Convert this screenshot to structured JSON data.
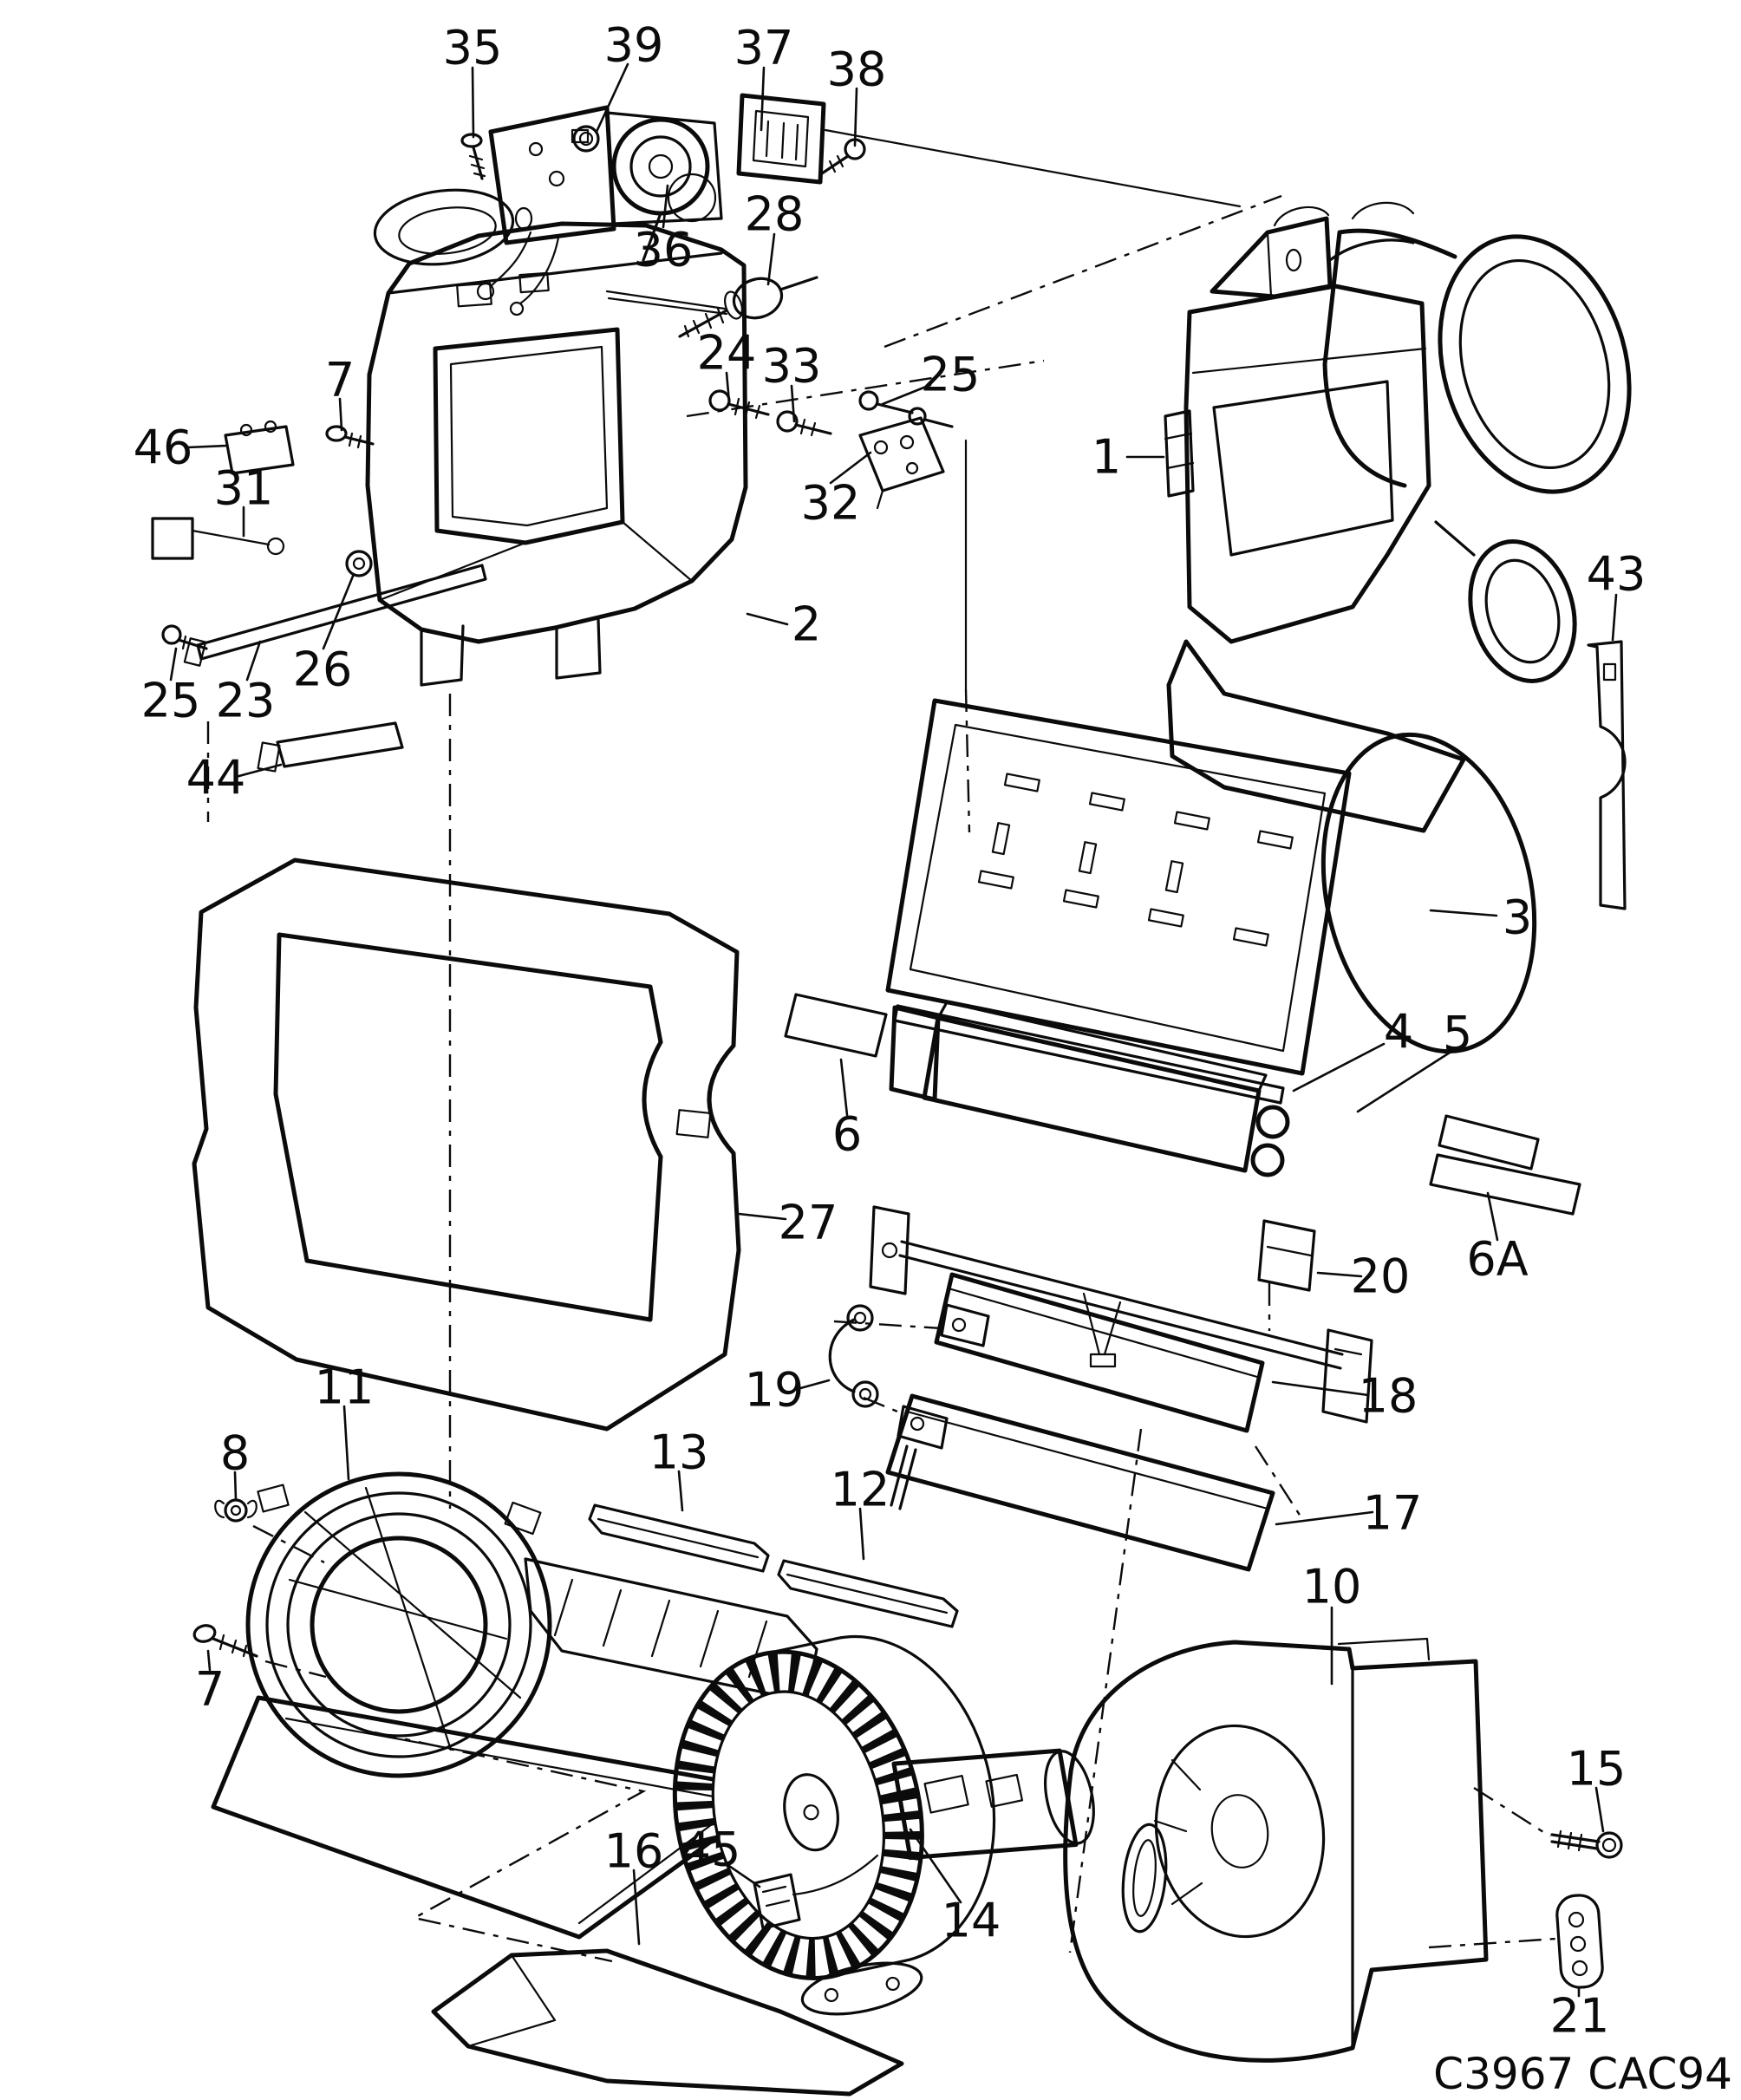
{
  "figure": {
    "code": "C3967 CAC94"
  },
  "callouts": [
    {
      "text": "35",
      "part": "screw"
    },
    {
      "text": "39",
      "part": "nut"
    },
    {
      "text": "37",
      "part": "connector"
    },
    {
      "text": "38",
      "part": "screw"
    },
    {
      "text": "36",
      "part": "actuator-motor-assembly"
    },
    {
      "text": "28",
      "part": "vacuum-actuator"
    },
    {
      "text": "24",
      "part": "screw"
    },
    {
      "text": "33",
      "part": "screw"
    },
    {
      "text": "25",
      "part": "screw"
    },
    {
      "text": "32",
      "part": "bracket"
    },
    {
      "text": "7",
      "part": "screw"
    },
    {
      "text": "46",
      "part": "resistor"
    },
    {
      "text": "31",
      "part": "switch-with-wire"
    },
    {
      "text": "26",
      "part": "grommet-nut"
    },
    {
      "text": "25",
      "part": "screw"
    },
    {
      "text": "23",
      "part": "control-rod"
    },
    {
      "text": "44",
      "part": "seal-strip"
    },
    {
      "text": "1",
      "part": "heater-blower-unit"
    },
    {
      "text": "43",
      "part": "mounting-bracket"
    },
    {
      "text": "2",
      "part": "heater-case-half"
    },
    {
      "text": "3",
      "part": "evaporator-cover"
    },
    {
      "text": "4",
      "part": "seal-strip"
    },
    {
      "text": "5",
      "part": "evaporator-core"
    },
    {
      "text": "6",
      "part": "foam-seal"
    },
    {
      "text": "27",
      "part": "case-gasket"
    },
    {
      "text": "6A",
      "part": "foam-seal"
    },
    {
      "text": "20",
      "part": "heater-pipe-assembly"
    },
    {
      "text": "19",
      "part": "link-clamp"
    },
    {
      "text": "18",
      "part": "air-flap-upper"
    },
    {
      "text": "17",
      "part": "air-flap-lower"
    },
    {
      "text": "11",
      "part": "blower-inlet-ring"
    },
    {
      "text": "8",
      "part": "wing-screw"
    },
    {
      "text": "13",
      "part": "seal-rail"
    },
    {
      "text": "12",
      "part": "seal-rail"
    },
    {
      "text": "7",
      "part": "screw"
    },
    {
      "text": "10",
      "part": "blower-housing"
    },
    {
      "text": "15",
      "part": "screw"
    },
    {
      "text": "16",
      "part": "insulation-pad"
    },
    {
      "text": "45",
      "part": "wiring-connector"
    },
    {
      "text": "14",
      "part": "blower-motor-wheel"
    },
    {
      "text": "21",
      "part": "drain-grommet"
    }
  ]
}
